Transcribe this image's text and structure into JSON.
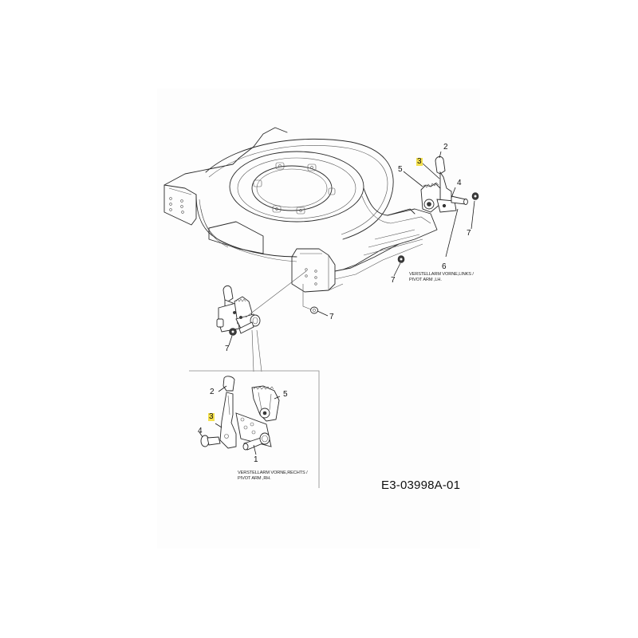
{
  "diagram": {
    "type": "exploded-parts-diagram",
    "drawing_number": "E3-03998A-01",
    "highlight_color": "#f4e04d",
    "main_view": {
      "callouts": [
        {
          "id": "c2-top",
          "label": "2"
        },
        {
          "id": "c3-top",
          "label": "3",
          "highlighted": true
        },
        {
          "id": "c5-top",
          "label": "5"
        },
        {
          "id": "c4-top",
          "label": "4"
        },
        {
          "id": "c7-right",
          "label": "7"
        },
        {
          "id": "c6",
          "label": "6"
        },
        {
          "id": "c7-mid",
          "label": "7"
        },
        {
          "id": "c7-bottom",
          "label": "7"
        },
        {
          "id": "c7-left",
          "label": "7"
        }
      ],
      "caption_lh": {
        "line1": "VERSTELLARM VORNE,LINKS /",
        "line2": "PIVOT ARM ,LH."
      }
    },
    "inset_view": {
      "callouts": [
        {
          "id": "c2-inset",
          "label": "2"
        },
        {
          "id": "c5-inset",
          "label": "5"
        },
        {
          "id": "c3-inset",
          "label": "3",
          "highlighted": true
        },
        {
          "id": "c4-inset",
          "label": "4"
        },
        {
          "id": "c1-inset",
          "label": "1"
        }
      ],
      "caption_rh": {
        "line1": "VERSTELLARM VORNE,RECHTS /",
        "line2": "PIVOT ARM ,RH."
      }
    },
    "parts": [
      {
        "number": "1",
        "name": "VERSTELLARM VORNE,RECHTS / PIVOT ARM ,RH."
      },
      {
        "number": "2"
      },
      {
        "number": "3",
        "highlighted": true
      },
      {
        "number": "4"
      },
      {
        "number": "5"
      },
      {
        "number": "6",
        "name": "VERSTELLARM VORNE,LINKS / PIVOT ARM ,LH."
      },
      {
        "number": "7"
      }
    ]
  }
}
